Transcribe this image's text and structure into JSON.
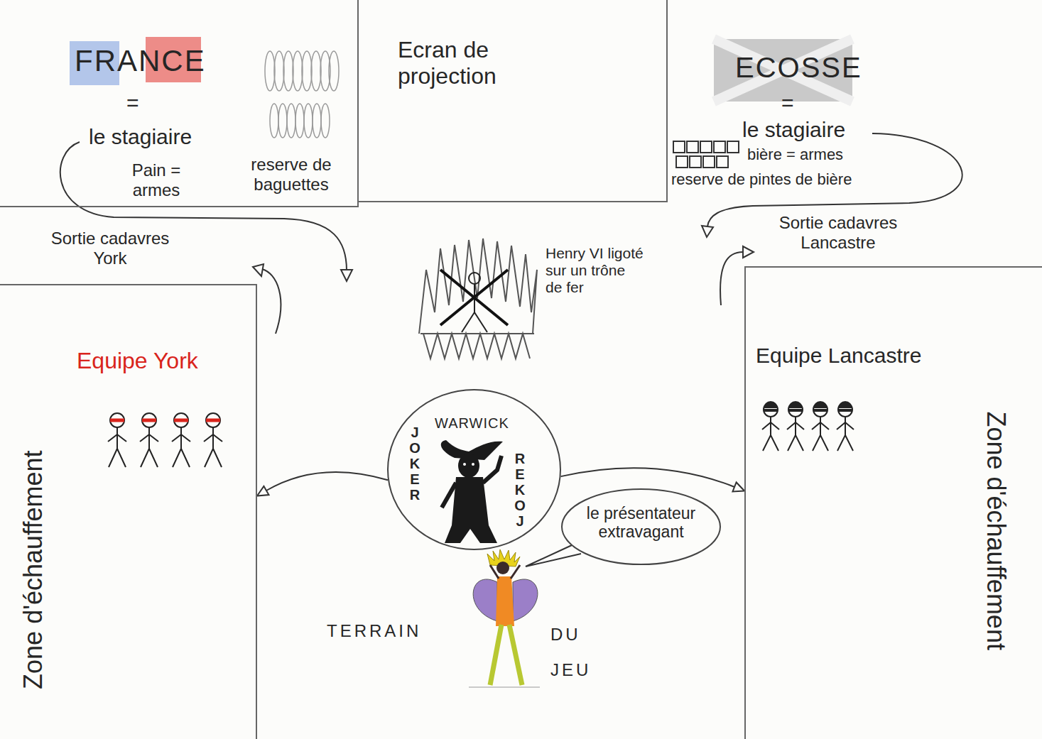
{
  "diagram": {
    "nodes": [
      {
        "text": [
          "FRANCE",
          "=",
          "le stagiaire",
          "Pain = armes",
          "reserve de baguettes"
        ]
      },
      {
        "text": [
          "Ecran de projection"
        ]
      },
      {
        "text": [
          "ECOSSE",
          "=",
          "le stagiaire",
          "bière = armes",
          "reserve de pintes de bière"
        ]
      },
      {
        "text": [
          "Equipe York",
          "Zone d'échauffement"
        ]
      },
      {
        "text": [
          "WARWICK",
          "JOKER",
          "REKOJ"
        ]
      },
      {
        "text": [
          "Equipe Lancastre",
          "Zone d'échauffement"
        ]
      },
      {
        "text": [
          "le présentateur extravagant"
        ]
      }
    ],
    "edges": [
      {
        "from": 4,
        "to": 3,
        "arrow": "to"
      },
      {
        "from": 4,
        "to": 5,
        "arrow": "to"
      }
    ],
    "labels": [
      "Sortie cadavres York",
      "Sortie cadavres Lancastre",
      "Henry VI ligoté sur un trône de fer",
      "TERRAIN",
      "DU",
      "JEU"
    ]
  }
}
